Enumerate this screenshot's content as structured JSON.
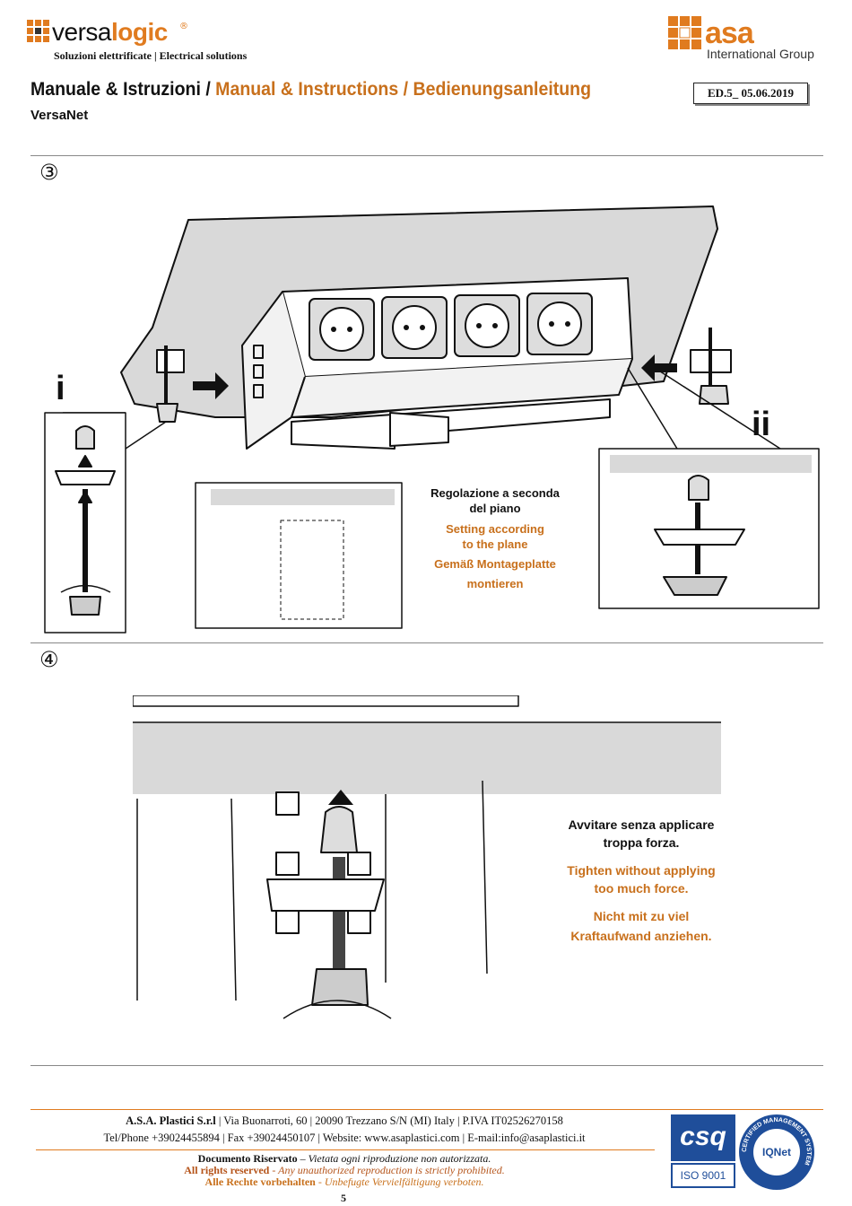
{
  "header": {
    "brand_left_prefix": "versa",
    "brand_left_suffix": "logic",
    "brand_left_reg": "®",
    "brand_left_tagline": "Soluzioni elettrificate | Electrical solutions",
    "brand_right_name": "asa",
    "brand_right_sub": "International Group",
    "title_it": "Manuale & Istruzioni /",
    "title_en": "Manual & Instructions /",
    "title_de": "Bedienungsanleitung",
    "edition": "ED.5_ 05.06.2019",
    "product": "VersaNet"
  },
  "step3": {
    "number": "③",
    "label_i": "i",
    "label_ii": "ii",
    "caption_it": [
      "Regolazione a seconda",
      "del piano"
    ],
    "caption_en": [
      "Setting according",
      "to the plane"
    ],
    "caption_de": [
      "Gemäß Montageplatte",
      "montieren"
    ]
  },
  "step4": {
    "number": "④",
    "caption_it": [
      "Avvitare senza applicare",
      "troppa forza."
    ],
    "caption_en": [
      "Tighten without applying",
      "too much force."
    ],
    "caption_de": [
      "Nicht mit zu viel",
      "Kraftaufwand anziehen."
    ]
  },
  "footer": {
    "company": "A.S.A. Plastici S.r.l",
    "address": " | Via Buonarroti, 60 | 20090 Trezzano S/N (MI) Italy | P.IVA IT02526270158",
    "contacts": "Tel/Phone  +39024455894 | Fax  +39024450107 | Website: www.asaplastici.com | E-mail:info@asaplastici.it",
    "conf_it_bold": "Documento Riservato",
    "conf_it_rest": " – Vietata ogni riproduzione non autorizzata.",
    "conf_en_bold": "All rights reserved",
    "conf_en_rest": " - Any unauthorized reproduction is strictly prohibited.",
    "conf_de_bold": "Alle Rechte vorbehalten",
    "conf_de_rest": " - Unbefugte Vervielfältigung verboten.",
    "cert_csq": "csq",
    "cert_iso": "ISO 9001",
    "cert_ring": "CERTIFIED MANAGEMENT SYSTEM",
    "cert_iqnet": "IQNet",
    "page_number": "5"
  },
  "colors": {
    "accent": "#e07b1f",
    "accent_text": "#c8701c",
    "rule": "#888888"
  }
}
